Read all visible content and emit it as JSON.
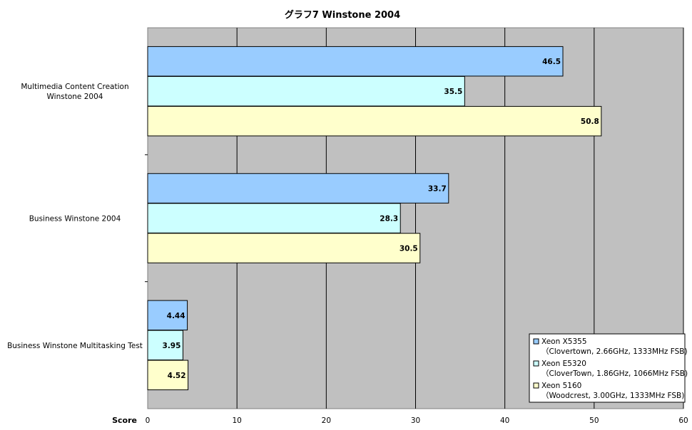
{
  "chart_data": {
    "type": "bar",
    "orientation": "horizontal",
    "title": "グラフ7  Winstone 2004",
    "xlabel": "Score",
    "xlim": [
      0,
      60
    ],
    "xticks": [
      0,
      10,
      20,
      30,
      40,
      50,
      60
    ],
    "grid": true,
    "legend_position": "bottom-right",
    "categories": [
      "Multimedia Content Creation\nWinstone 2004",
      "Business Winstone 2004",
      "Business Winstone Multitasking Test"
    ],
    "series": [
      {
        "name": "Xeon X5355",
        "name_detail": "（Clovertown, 2.66GHz, 1333MHz FSB)",
        "color": "#99ccff",
        "values": [
          46.5,
          33.7,
          4.44
        ],
        "labels": [
          "46.5",
          "33.7",
          "4.44"
        ]
      },
      {
        "name": "Xeon E5320",
        "name_detail": "（CloverTown, 1.86GHz, 1066MHz FSB)",
        "color": "#ccffff",
        "values": [
          35.5,
          28.3,
          3.95
        ],
        "labels": [
          "35.5",
          "28.3",
          "3.95"
        ]
      },
      {
        "name": "Xeon 5160",
        "name_detail": "（Woodcrest, 3.00GHz, 1333MHz FSB)",
        "color": "#ffffcc",
        "values": [
          50.8,
          30.5,
          4.52
        ],
        "labels": [
          "50.8",
          "30.5",
          "4.52"
        ]
      }
    ],
    "plot_background": "#c0c0c0"
  }
}
